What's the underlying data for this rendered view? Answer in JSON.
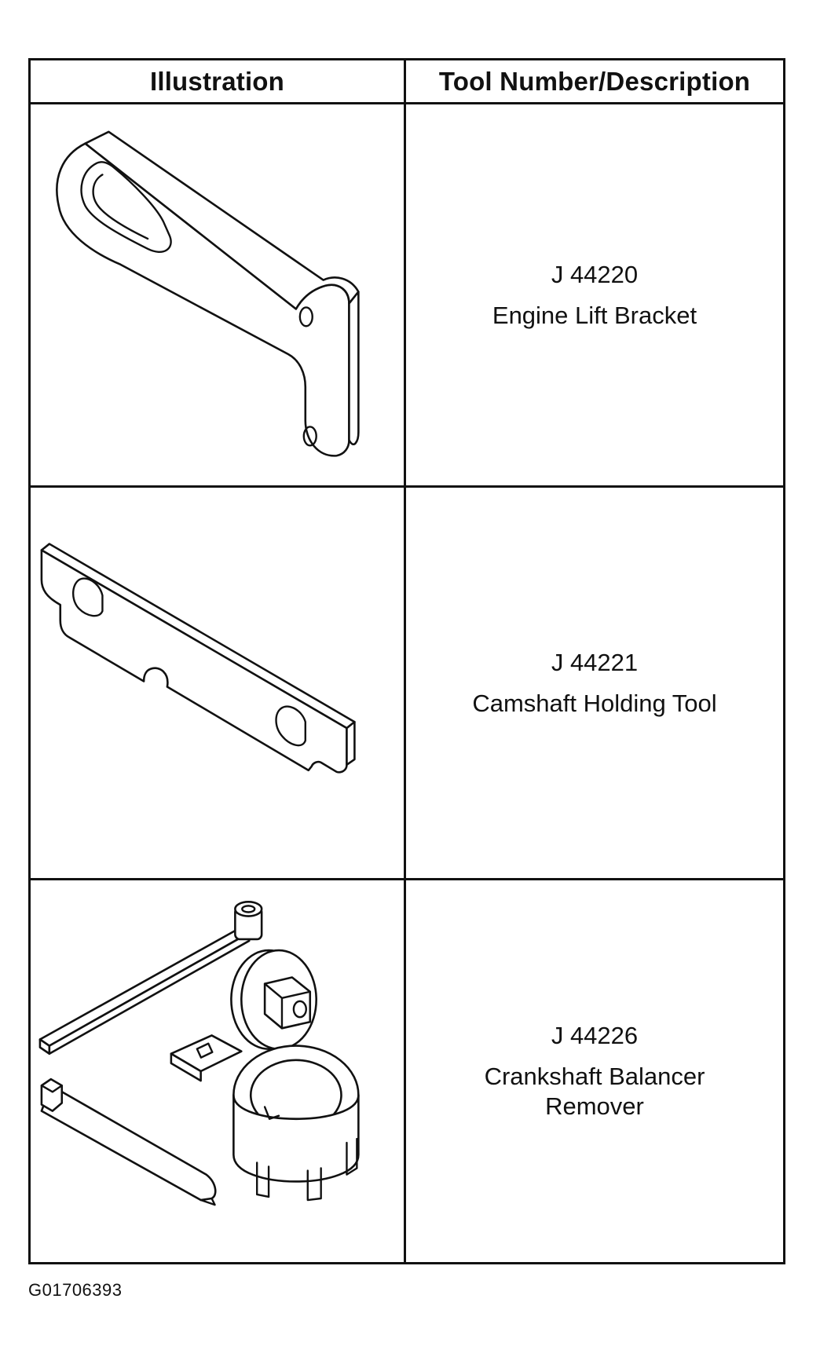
{
  "table": {
    "headers": {
      "illustration": "Illustration",
      "tool": "Tool Number/Description"
    },
    "rows": [
      {
        "number": "J 44220",
        "name": "Engine Lift Bracket",
        "icon": "engine-lift-bracket-icon"
      },
      {
        "number": "J 44221",
        "name": "Camshaft Holding Tool",
        "icon": "camshaft-holding-tool-icon"
      },
      {
        "number": "J 44226",
        "name": "Crankshaft Balancer\nRemover",
        "icon": "crankshaft-balancer-remover-icon"
      }
    ]
  },
  "figure_id": "G01706393"
}
